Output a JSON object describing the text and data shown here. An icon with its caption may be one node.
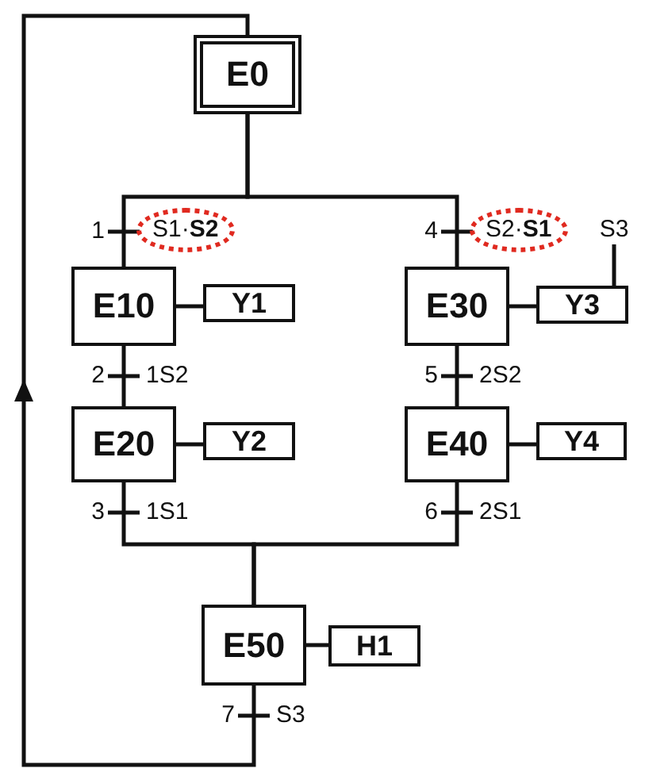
{
  "diagram": {
    "nodes": [
      {
        "text": [
          "E0"
        ]
      },
      {
        "text": [
          "1",
          "S1·**S2**"
        ]
      },
      {
        "text": [
          "4",
          "S2·**S1**"
        ]
      },
      {
        "text": [
          "S3"
        ]
      },
      {
        "text": [
          "E10"
        ]
      },
      {
        "text": [
          "Y1"
        ]
      },
      {
        "text": [
          "E30"
        ]
      },
      {
        "text": [
          "Y3"
        ]
      },
      {
        "text": [
          "2",
          "1S2"
        ]
      },
      {
        "text": [
          "5",
          "2S2"
        ]
      },
      {
        "text": [
          "E20"
        ]
      },
      {
        "text": [
          "Y2"
        ]
      },
      {
        "text": [
          "E40"
        ]
      },
      {
        "text": [
          "Y4"
        ]
      },
      {
        "text": [
          "3",
          "1S1"
        ]
      },
      {
        "text": [
          "6",
          "2S1"
        ]
      },
      {
        "text": [
          "E50"
        ]
      },
      {
        "text": [
          "H1"
        ]
      },
      {
        "text": [
          "7",
          "S3"
        ]
      }
    ],
    "edges": [
      {
        "from": 0,
        "to": 1,
        "arrow": "none"
      },
      {
        "from": 0,
        "to": 2,
        "arrow": "none"
      },
      {
        "from": 1,
        "to": 4,
        "arrow": "none"
      },
      {
        "from": 2,
        "to": 6,
        "arrow": "none"
      },
      {
        "from": 4,
        "to": 5,
        "arrow": "none"
      },
      {
        "from": 6,
        "to": 7,
        "arrow": "none"
      },
      {
        "from": 3,
        "to": 7,
        "arrow": "none"
      },
      {
        "from": 4,
        "to": 8,
        "arrow": "none"
      },
      {
        "from": 8,
        "to": 10,
        "arrow": "none"
      },
      {
        "from": 6,
        "to": 9,
        "arrow": "none"
      },
      {
        "from": 9,
        "to": 12,
        "arrow": "none"
      },
      {
        "from": 10,
        "to": 11,
        "arrow": "none"
      },
      {
        "from": 12,
        "to": 13,
        "arrow": "none"
      },
      {
        "from": 10,
        "to": 14,
        "arrow": "none"
      },
      {
        "from": 12,
        "to": 15,
        "arrow": "none"
      },
      {
        "from": 14,
        "to": 16,
        "arrow": "none"
      },
      {
        "from": 15,
        "to": 16,
        "arrow": "none"
      },
      {
        "from": 16,
        "to": 17,
        "arrow": "none"
      },
      {
        "from": 16,
        "to": 18,
        "arrow": "none"
      },
      {
        "from": 18,
        "to": 0,
        "arrow": "to"
      }
    ]
  }
}
